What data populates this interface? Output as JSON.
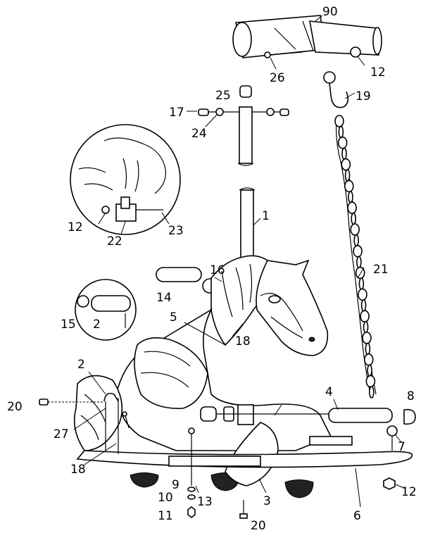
{
  "callouts": {
    "c90": "90",
    "c12a": "12",
    "c26": "26",
    "c19": "19",
    "c25": "25",
    "c17": "17",
    "c24": "24",
    "c12b": "12",
    "c22": "22",
    "c23": "23",
    "c1": "1",
    "c21": "21",
    "c16": "16",
    "c14": "14",
    "c15": "15",
    "c2a": "2",
    "c5": "5",
    "c18a": "18",
    "c2b": "2",
    "c20a": "20",
    "c27": "27",
    "c18b": "18",
    "c4": "4",
    "c8": "8",
    "c7": "7",
    "c9": "9",
    "c10": "10",
    "c13": "13",
    "c11": "11",
    "c3": "3",
    "c20b": "20",
    "c6": "6",
    "c12c": "12"
  }
}
